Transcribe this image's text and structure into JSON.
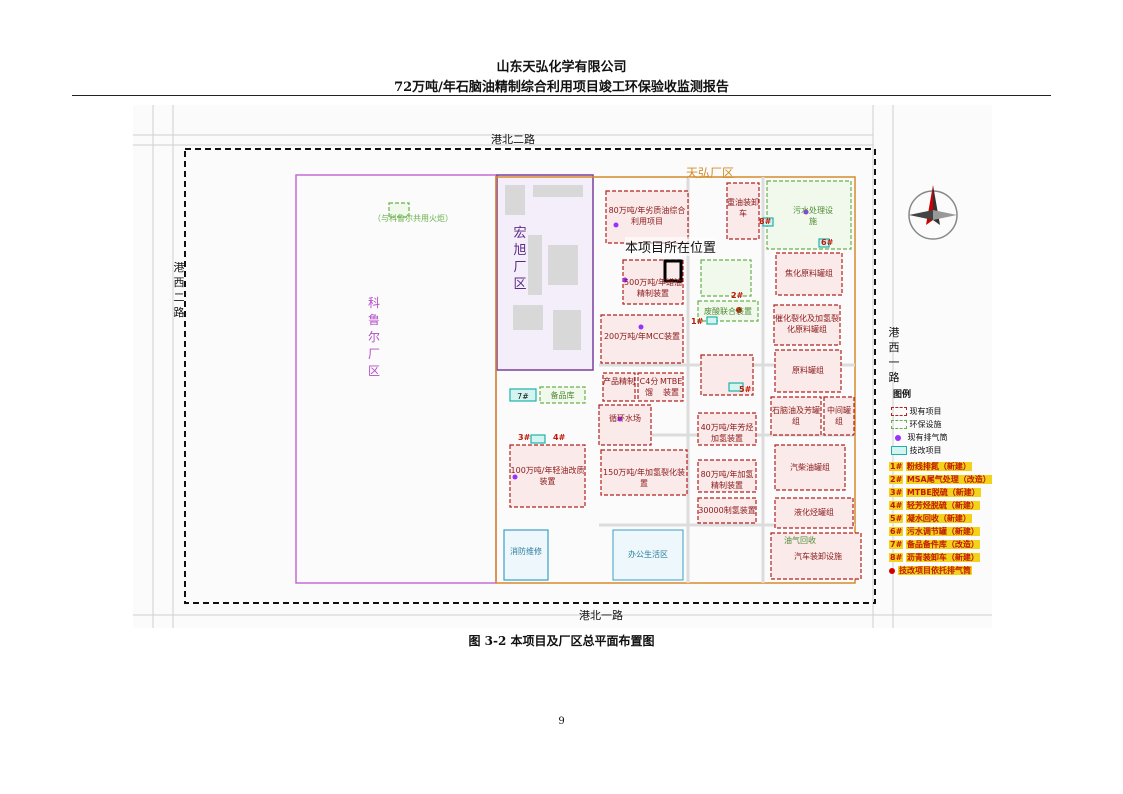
{
  "header": {
    "company": "山东天弘化学有限公司",
    "report_title": "72万吨/年石脑油精制综合利用项目竣工环保验收监测报告"
  },
  "map": {
    "roads": {
      "north": "港北二路",
      "south": "港北一路",
      "west": "港西二路",
      "east": "港西一路"
    },
    "zones": {
      "kelu": "科鲁尔厂区",
      "hongxu": "宏旭厂区",
      "tianhong": "天弘厂区"
    },
    "kelu_note": "（与科鲁尔共用火炬）",
    "project_location": "本项目所在位置",
    "units": {
      "u80": "80万吨/年劣质油综合利用项目",
      "heavy_oil": "重油装卸车",
      "sewage": "污水处理设施",
      "u500": "500万吨/年蜡油精制装置",
      "coking": "焦化原料罐组",
      "catalytic": "催化裂化及加氢裂化原料罐组",
      "u200": "200万吨/年MCC装置",
      "sulfuric": "废酸联合装置",
      "crude": "原料罐组",
      "product": "产品精制",
      "separation": "C4分馏",
      "mtbe": "MTBE装置",
      "naphtha": "石脑油及芳罐组",
      "middle": "中间罐组",
      "circulating": "循环水场",
      "u40": "40万吨/年芳烃加氢装置",
      "u100": "100万吨/年轻油改质装置",
      "u150": "150万吨/年加氢裂化装置",
      "gasoline": "汽柴油罐组",
      "u80b": "80万吨/年加氢精制装置",
      "hydrogen": "30000制氢装置",
      "lpg": "液化烃罐组",
      "warehouse": "7#",
      "spare": "备品库",
      "fire": "消防维修",
      "office": "办公生活区",
      "gas_recovery": "油气回收",
      "loading": "汽车装卸设施"
    },
    "markers": [
      "1#",
      "2#",
      "3#",
      "4#",
      "5#",
      "6#",
      "7#",
      "8#"
    ]
  },
  "legend": {
    "title": "图例",
    "items": [
      {
        "label": "现有项目",
        "color": "#b22222"
      },
      {
        "label": "环保设施",
        "color": "#6ab04c"
      },
      {
        "label": "现有排气筒",
        "color": "#9b30ff"
      },
      {
        "label": "技改项目",
        "color": "#20b2aa"
      }
    ],
    "numbered": [
      {
        "num": "1#",
        "label": "粉线排氮（新建）"
      },
      {
        "num": "2#",
        "label": "MSA尾气处理（改造）"
      },
      {
        "num": "3#",
        "label": "MTBE脱硫（新建）"
      },
      {
        "num": "4#",
        "label": "轻芳烃脱硫（新建）"
      },
      {
        "num": "5#",
        "label": "凝水回收（新建）"
      },
      {
        "num": "6#",
        "label": "污水调节罐（新建）"
      },
      {
        "num": "7#",
        "label": "备品备件库（改造）"
      },
      {
        "num": "8#",
        "label": "沥青装卸车（新建）"
      }
    ],
    "stack_note": "技改项目依托排气筒"
  },
  "caption": "图 3-2 本项目及厂区总平面布置图",
  "page_number": "9"
}
